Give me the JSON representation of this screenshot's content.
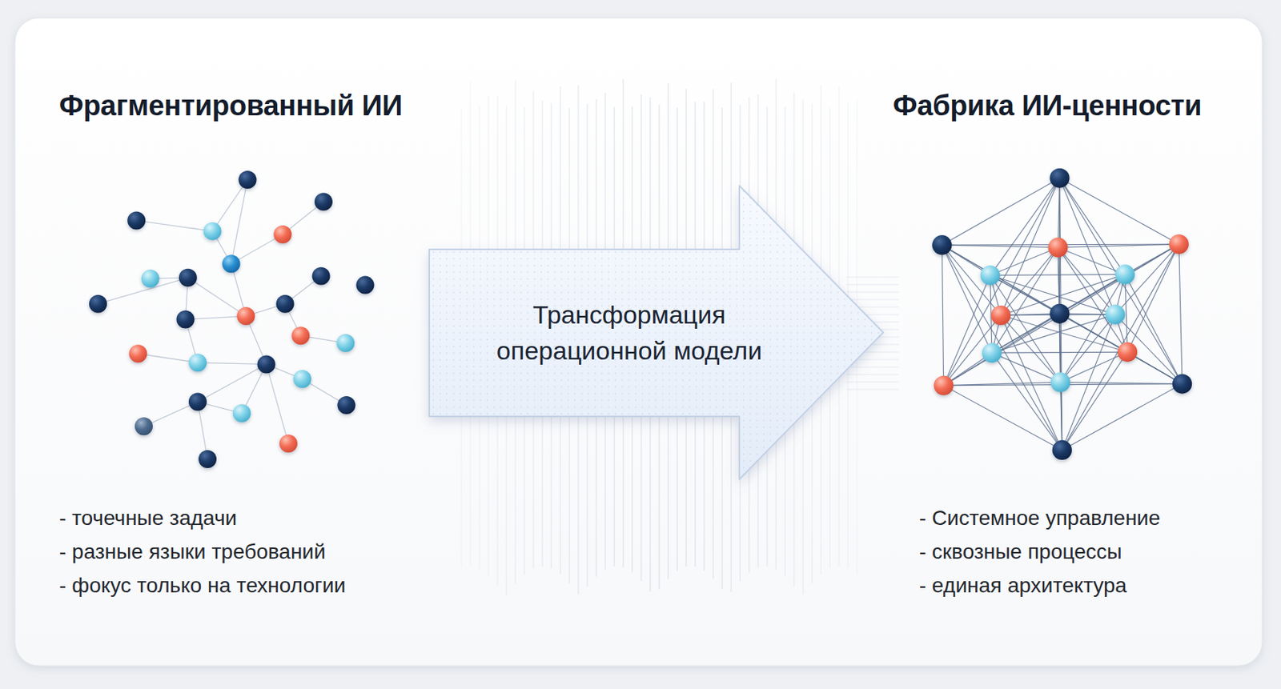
{
  "diagram": {
    "nodes": [
      {
        "text": [
          "Трансформация операционной модели"
        ]
      }
    ],
    "labels": [
      "Фрагментированный ИИ",
      "- точечные задачи",
      "- разные языки требований",
      "- фокус только на технологии",
      "Фабрика ИИ-ценности",
      "- Системное управление",
      "- сквозные процессы",
      "- единая архитектура"
    ]
  }
}
